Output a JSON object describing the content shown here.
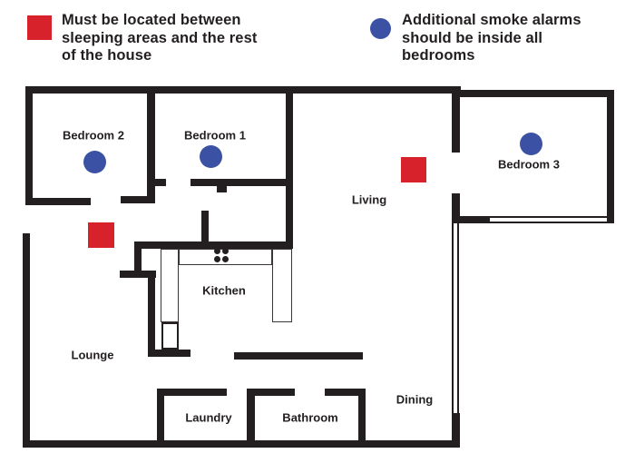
{
  "colors": {
    "wall": "#231f20",
    "red": "#d7222b",
    "blue": "#3b51a3",
    "text": "#231f20"
  },
  "legend": {
    "items": [
      {
        "symbol": "red-square",
        "lines": [
          "Must be located between",
          "sleeping areas and the rest",
          "of the house"
        ]
      },
      {
        "symbol": "blue-circle",
        "lines": [
          "Additional smoke alarms",
          "should be inside all",
          "bedrooms"
        ]
      }
    ]
  },
  "rooms": {
    "bedroom2": {
      "label": "Bedroom 2"
    },
    "bedroom1": {
      "label": "Bedroom 1"
    },
    "bedroom3": {
      "label": "Bedroom 3"
    },
    "living": {
      "label": "Living"
    },
    "kitchen": {
      "label": "Kitchen"
    },
    "lounge": {
      "label": "Lounge"
    },
    "laundry": {
      "label": "Laundry"
    },
    "bathroom": {
      "label": "Bathroom"
    },
    "dining": {
      "label": "Dining"
    }
  },
  "alarms": {
    "red_squares": [
      {
        "location": "hallway between bedrooms and lounge"
      },
      {
        "location": "living room near Bedroom 3 entry"
      }
    ],
    "blue_circles": [
      {
        "location": "Bedroom 2"
      },
      {
        "location": "Bedroom 1"
      },
      {
        "location": "Bedroom 3"
      }
    ]
  }
}
